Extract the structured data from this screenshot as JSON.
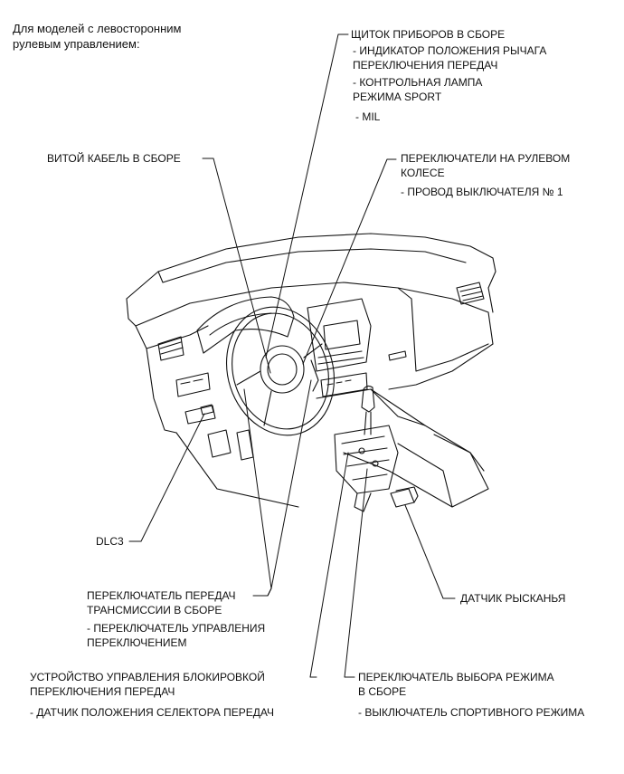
{
  "header": {
    "line1": "Для моделей с левосторонним",
    "line2": "рулевым управлением:"
  },
  "labels": {
    "cluster": {
      "title": "ЩИТОК ПРИБОРОВ В СБОРЕ",
      "sub1a": "- ИНДИКАТОР ПОЛОЖЕНИЯ РЫЧАГА",
      "sub1b": "ПЕРЕКЛЮЧЕНИЯ ПЕРЕДАЧ",
      "sub2a": "- КОНТРОЛЬНАЯ ЛАМПА",
      "sub2b": "РЕЖИМА SPORT",
      "sub3": "- MIL"
    },
    "spiral": {
      "title": "ВИТОЙ КАБЕЛЬ В СБОРЕ"
    },
    "wheel_switches": {
      "title1": "ПЕРЕКЛЮЧАТЕЛИ НА РУЛЕВОМ",
      "title2": "КОЛЕСЕ",
      "sub": "- ПРОВОД ВЫКЛЮЧАТЕЛЯ № 1"
    },
    "dlc3": {
      "title": "DLC3"
    },
    "yaw": {
      "title": "ДАТЧИК РЫСКАНЬЯ"
    },
    "transmission": {
      "title1": "ПЕРЕКЛЮЧАТЕЛЬ ПЕРЕДАЧ",
      "title2": "ТРАНСМИССИИ В СБОРЕ",
      "sub1": "- ПЕРЕКЛЮЧАТЕЛЬ УПРАВЛЕНИЯ",
      "sub2": "ПЕРЕКЛЮЧЕНИЕМ"
    },
    "shift_lock": {
      "title1": "УСТРОЙСТВО УПРАВЛЕНИЯ БЛОКИРОВКОЙ",
      "title2": "ПЕРЕКЛЮЧЕНИЯ ПЕРЕДАЧ",
      "sub": "- ДАТЧИК ПОЛОЖЕНИЯ СЕЛЕКТОРА ПЕРЕДАЧ"
    },
    "mode_switch": {
      "title1": "ПЕРЕКЛЮЧАТЕЛЬ ВЫБОРА РЕЖИМА",
      "title2": "В СБОРЕ",
      "sub": "- ВЫКЛЮЧАТЕЛЬ СПОРТИВНОГО РЕЖИМА"
    }
  }
}
